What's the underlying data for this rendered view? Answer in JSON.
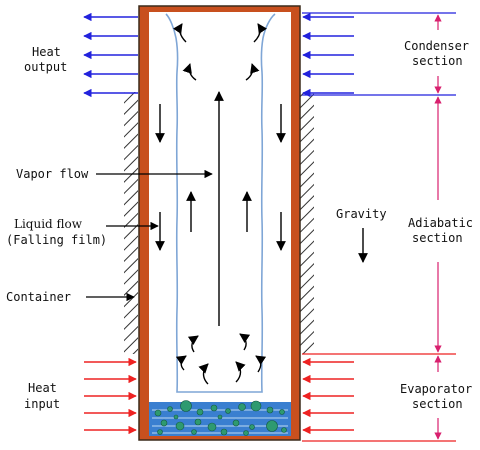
{
  "labels": {
    "heat_output": [
      "Heat",
      "output"
    ],
    "vapor_flow": "Vapor flow",
    "liquid_flow": [
      "Liquid flow",
      "(Falling film)"
    ],
    "container": "Container",
    "heat_input": [
      "Heat",
      "input"
    ],
    "gravity": "Gravity",
    "condenser_section": [
      "Condenser",
      "section"
    ],
    "adiabatic_section": [
      "Adiabatic",
      "section"
    ],
    "evaporator_section": [
      "Evaporator",
      "section"
    ]
  },
  "colors": {
    "wall": "#c8501e",
    "wall_border": "#3a2a1a",
    "film": "#7fa6d6",
    "heat_out_arrow": "#2222dd",
    "heat_in_arrow": "#ee2222",
    "section_marker": "#d8206e",
    "liquid_pool": "#3a7fd0",
    "bubble": "#2e9a70"
  }
}
